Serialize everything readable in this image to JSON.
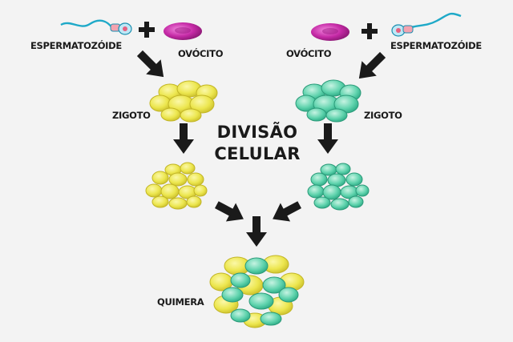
{
  "labels": {
    "sperm_left": "ESPERMATOZÓIDE",
    "oocyte_left": "OVÓCITO",
    "oocyte_right": "OVÓCITO",
    "sperm_right": "ESPERMATOZÓIDE",
    "zygote_left": "ZIGOTO",
    "zygote_right": "ZIGOTO",
    "division_line1": "DIVISÃO",
    "division_line2": "CELULAR",
    "chimera": "QUIMERA"
  },
  "symbols": {
    "plus_left": "plus-icon",
    "plus_right": "plus-icon",
    "arrow": "arrow-icon"
  },
  "colors": {
    "yellow_cell": "#e9e34a",
    "green_cell": "#5fd3ad",
    "oocyte": "#c52aa6",
    "arrow": "#1a1a1a"
  }
}
